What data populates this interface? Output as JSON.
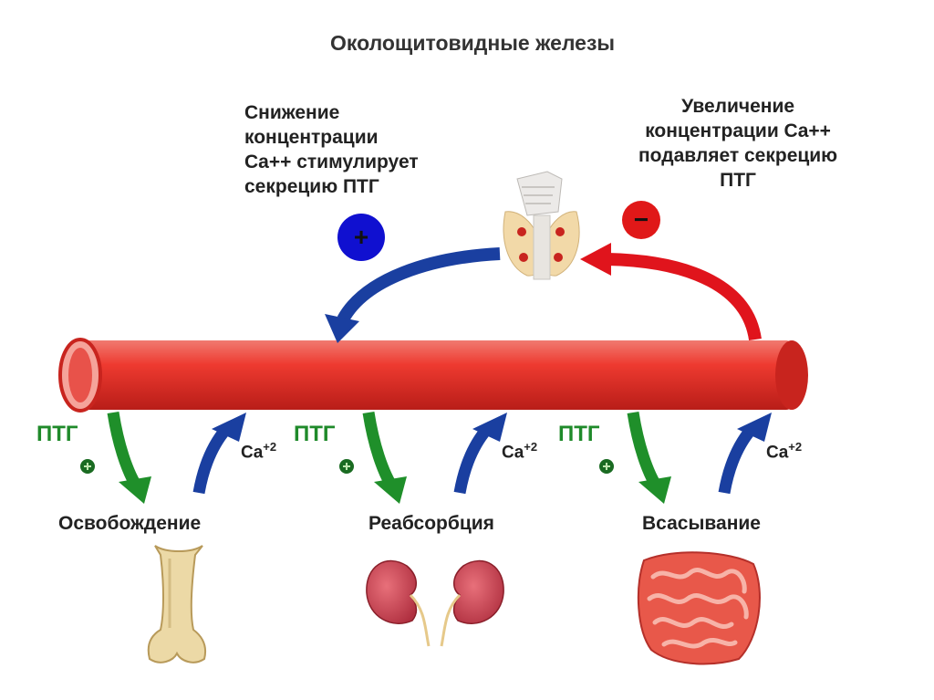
{
  "title": "Околощитовидные железы",
  "left_note": [
    "Снижение",
    "концентрации",
    "Ca++ стимулирует",
    "секрецию ПТГ"
  ],
  "right_note": [
    "Увеличение",
    "концентрации Ca++",
    "подавляет секрецию",
    "ПТГ"
  ],
  "left_sign": "+",
  "right_sign": "−",
  "processes": [
    {
      "hormone": "ПТГ",
      "ion": "Ca",
      "ion_charge": "+2",
      "label": "Освобождение",
      "organ": "bone"
    },
    {
      "hormone": "ПТГ",
      "ion": "Ca",
      "ion_charge": "+2",
      "label": "Реабсорбция",
      "organ": "kidneys"
    },
    {
      "hormone": "ПТГ",
      "ion": "Ca",
      "ion_charge": "+2",
      "label": "Всасывание",
      "organ": "intestine"
    }
  ],
  "colors": {
    "vessel": "#e83a32",
    "stimulate_arrow": "#1a3fa0",
    "inhibit_arrow": "#e0141c",
    "ptg_arrow": "#1f8f2a",
    "ca_arrow": "#1a3fa0",
    "plus_circle": "#1010d0",
    "minus_circle": "#e01818"
  }
}
